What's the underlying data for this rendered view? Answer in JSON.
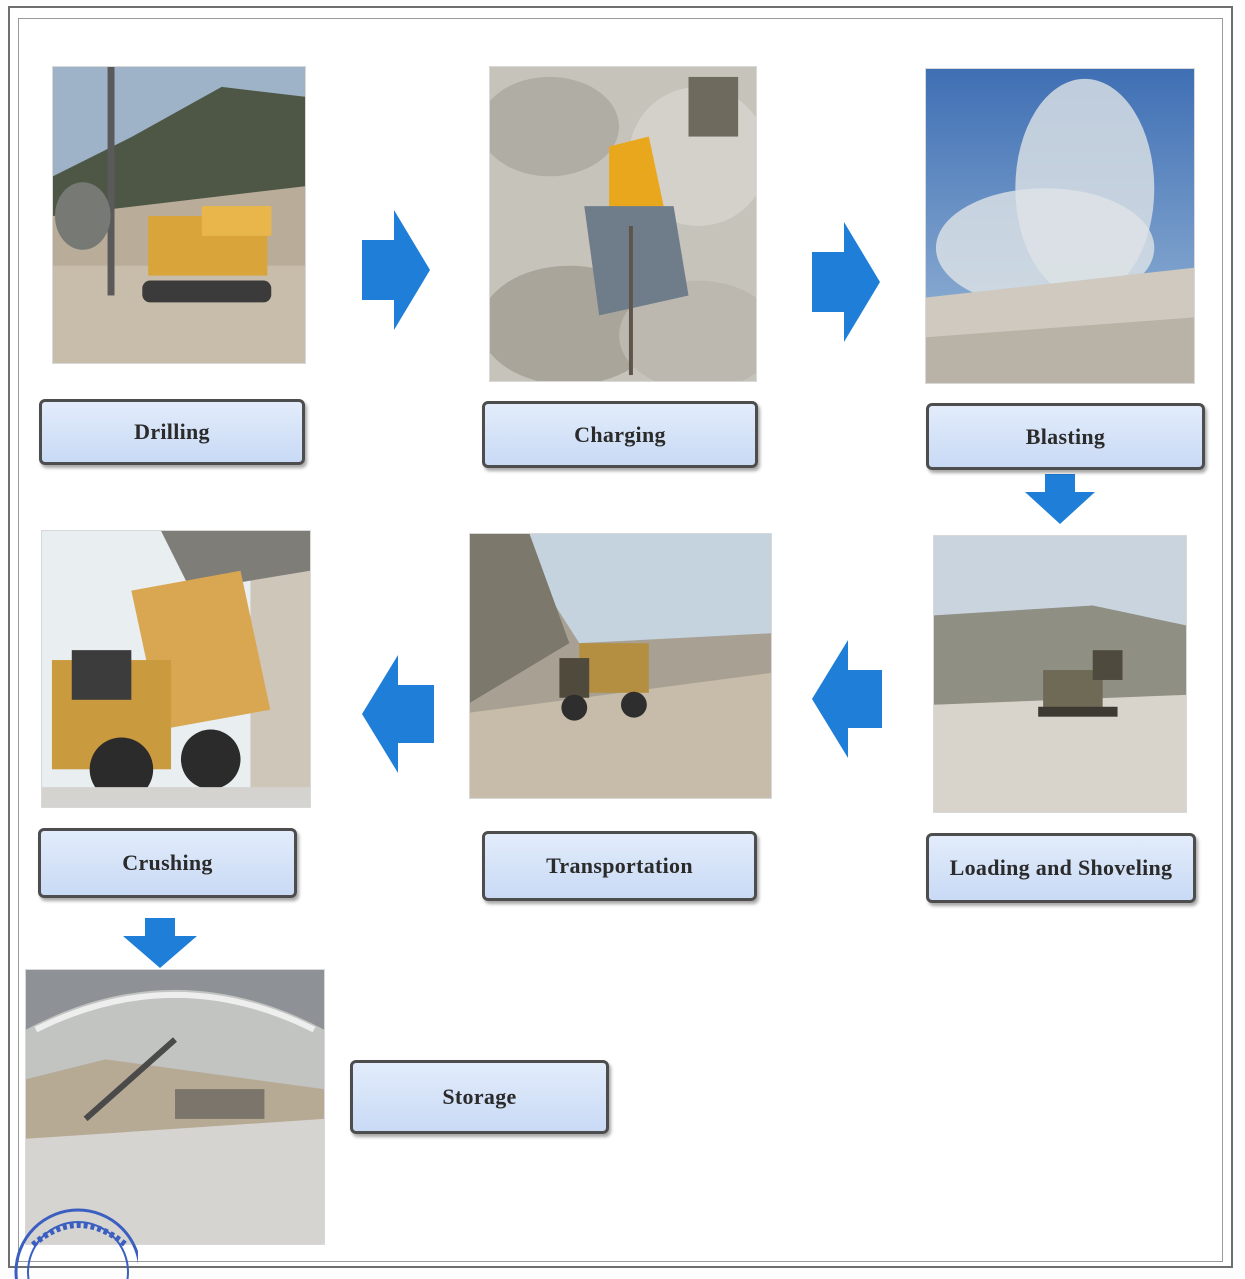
{
  "steps": {
    "drilling": "Drilling",
    "charging": "Charging",
    "blasting": "Blasting",
    "loading": "Loading and Shoveling",
    "transportation": "Transportation",
    "crushing": "Crushing",
    "storage": "Storage"
  },
  "arrow_directions": {
    "drilling_to_charging": "right",
    "charging_to_blasting": "right",
    "blasting_to_loading": "down",
    "loading_to_transportation": "left",
    "transportation_to_crushing": "left",
    "crushing_to_storage": "down"
  },
  "colors": {
    "arrow": "#1f7fd8",
    "label_fill": "#d3e1f7",
    "label_border": "#4d4d4d",
    "seal": "#3a5fc0"
  }
}
